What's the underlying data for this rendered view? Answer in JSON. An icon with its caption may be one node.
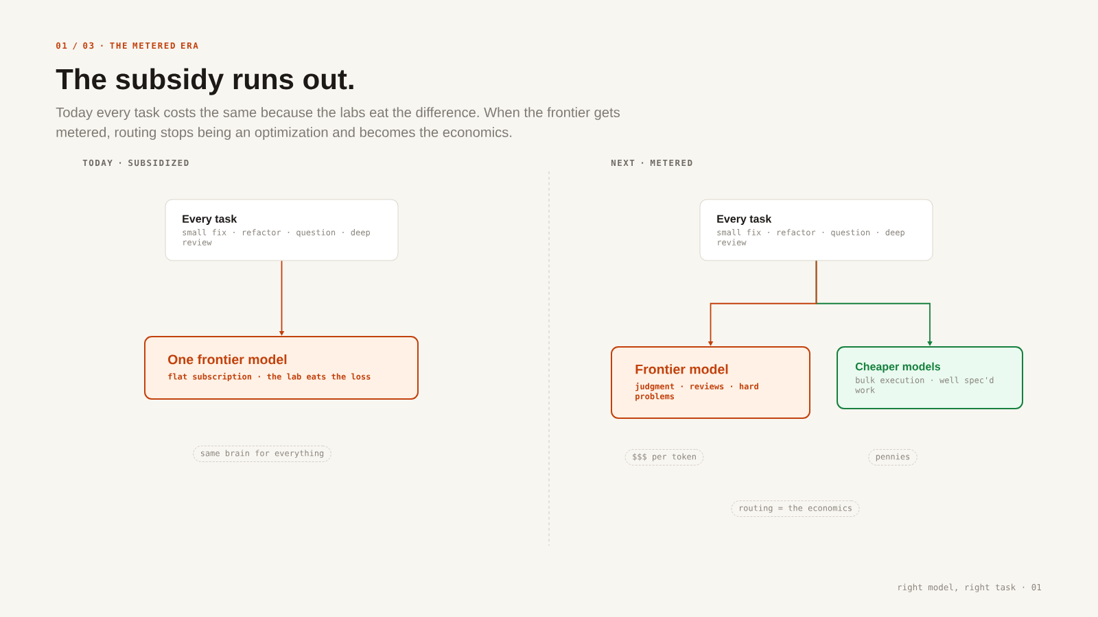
{
  "diagram": {
    "title": "The subsidy runs out.",
    "nodes": [
      {
        "text": [
          "Every task",
          "small fix · refactor · question · deep review"
        ]
      },
      {
        "text": [
          "One frontier model",
          "flat subscription · the lab eats the loss"
        ]
      },
      {
        "text": [
          "same brain for everything"
        ]
      },
      {
        "text": [
          "Every task",
          "small fix · refactor · question · deep review"
        ]
      },
      {
        "text": [
          "Frontier model",
          "judgment · reviews · hard problems"
        ]
      },
      {
        "text": [
          "Cheaper models",
          "bulk execution · well spec'd work"
        ]
      },
      {
        "text": [
          "$$$ per token"
        ]
      },
      {
        "text": [
          "pennies"
        ]
      },
      {
        "text": [
          "routing = the economics"
        ]
      }
    ],
    "edges": [
      {
        "from": 0,
        "to": 1,
        "arrow": "to"
      },
      {
        "from": 3,
        "to": 4,
        "arrow": "to"
      },
      {
        "from": 3,
        "to": 5,
        "arrow": "to",
        "color": "#15803d"
      }
    ],
    "labels": [
      "01 / 03 · THE METERED ERA",
      "Today every task costs the same because the labs eat the difference. When the frontier gets metered, routing stops being an optimization and becomes the economics.",
      "TODAY · SUBSIDIZED",
      "NEXT · METERED",
      "right model, right task · 01"
    ]
  }
}
